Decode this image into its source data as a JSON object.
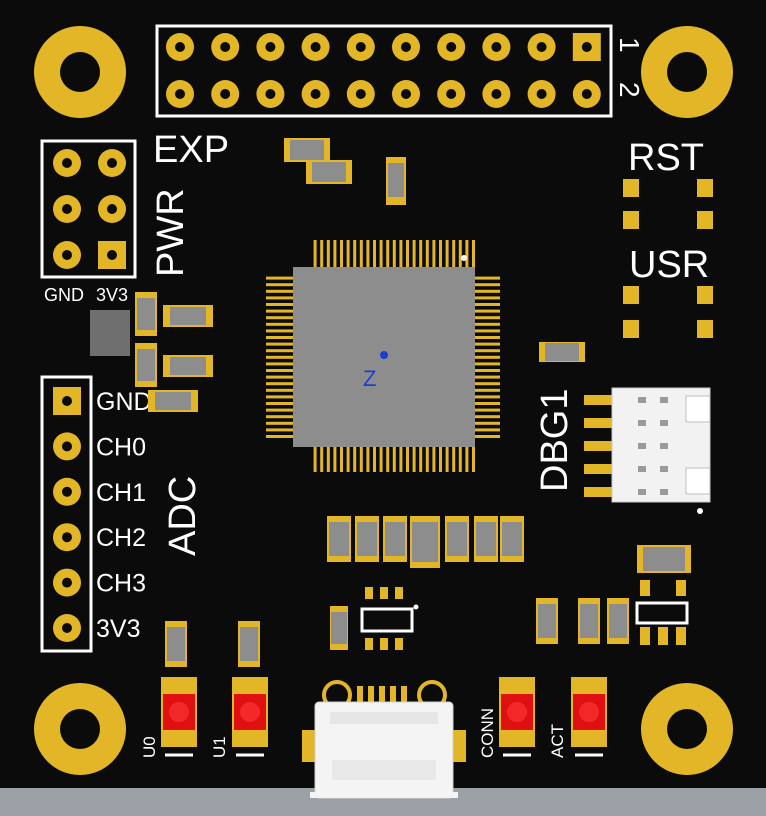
{
  "colors": {
    "board": "#0b0b0b",
    "background": "#9aa0a6",
    "gold": "#e3b628",
    "silkscreen": "#ffffff",
    "chip": "#8d8d8d",
    "led": "#e01010",
    "usb": "#f2f2f2"
  },
  "exp_header": {
    "label": "EXP",
    "pin1_label": "1",
    "pin2_label": "2"
  },
  "pwr_header": {
    "label": "PWR",
    "gnd_label": "GND",
    "v3v3_label": "3V3"
  },
  "adc_header": {
    "label": "ADC",
    "pins": [
      "GND",
      "CH0",
      "CH1",
      "CH2",
      "CH3",
      "3V3"
    ]
  },
  "buttons": {
    "rst_label": "RST",
    "usr_label": "USR"
  },
  "debug_connector": {
    "label": "DBG1"
  },
  "mcu": {
    "origin_marker": "Z"
  },
  "leds": {
    "u0": "U0",
    "u1": "U1",
    "conn": "CONN",
    "act": "ACT"
  }
}
